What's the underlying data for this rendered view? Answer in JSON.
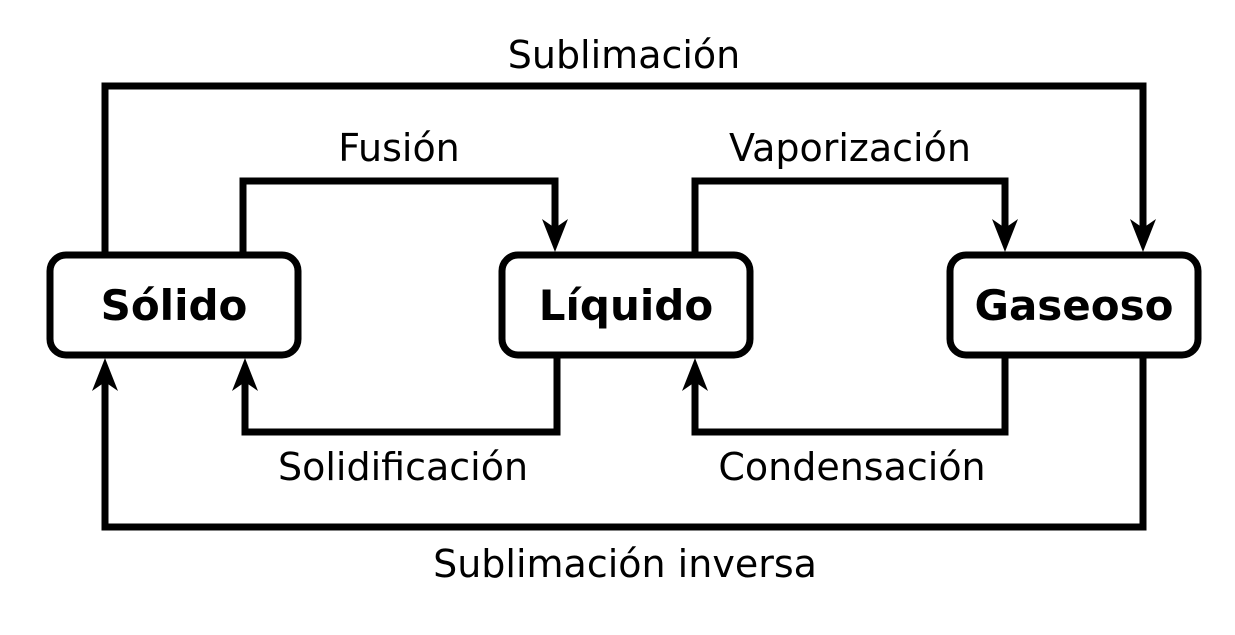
{
  "diagram": {
    "background_color": "#ffffff",
    "line_color": "#000000",
    "text_color": "#000000",
    "nodes": [
      {
        "id": "solido",
        "label": "Sólido"
      },
      {
        "id": "liquido",
        "label": "Líquido"
      },
      {
        "id": "gaseoso",
        "label": "Gaseoso"
      }
    ],
    "edges": [
      {
        "id": "sublimacion",
        "label": "Sublimación",
        "from": "Sólido",
        "to": "Gaseoso"
      },
      {
        "id": "fusion",
        "label": "Fusión",
        "from": "Sólido",
        "to": "Líquido"
      },
      {
        "id": "vaporizacion",
        "label": "Vaporización",
        "from": "Líquido",
        "to": "Gaseoso"
      },
      {
        "id": "solidificacion",
        "label": "Solidificación",
        "from": "Líquido",
        "to": "Sólido"
      },
      {
        "id": "condensacion",
        "label": "Condensación",
        "from": "Gaseoso",
        "to": "Líquido"
      },
      {
        "id": "sublimacion_inversa",
        "label": "Sublimación inversa",
        "from": "Gaseoso",
        "to": "Sólido"
      }
    ]
  }
}
